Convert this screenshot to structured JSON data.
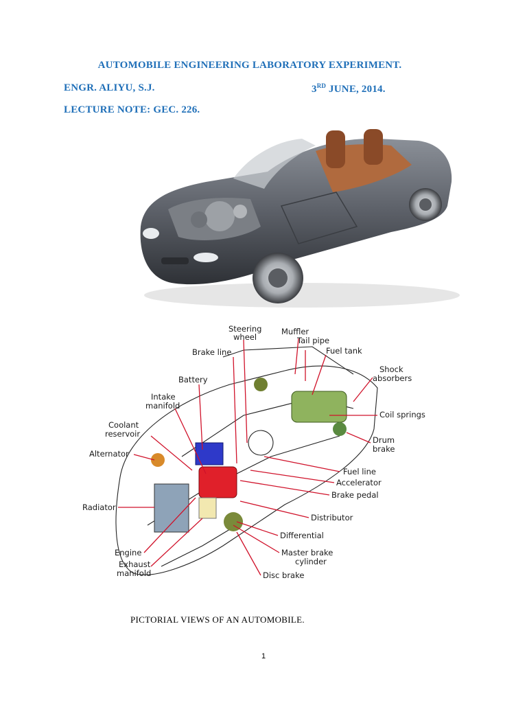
{
  "header": {
    "title": "AUTOMOBILE ENGINEERING LABORATORY EXPERIMENT.",
    "author": "ENGR. ALIYU, S.J.",
    "date_day": "3",
    "date_suffix": "RD",
    "date_rest": " JUNE, 2014.",
    "lecture": "LECTURE NOTE: GEC. 226."
  },
  "diagram": {
    "labels": {
      "steering_wheel_1": "Steering",
      "steering_wheel_2": "wheel",
      "muffler": "Muffler",
      "tail_pipe": "Tail pipe",
      "brake_line": "Brake line",
      "fuel_tank": "Fuel tank",
      "shock_1": "Shock",
      "shock_2": "absorbers",
      "battery": "Battery",
      "intake_1": "Intake",
      "intake_2": "manifold",
      "coil_springs": "Coil springs",
      "coolant_1": "Coolant",
      "coolant_2": "reservoir",
      "drum_1": "Drum",
      "drum_2": "brake",
      "alternator": "Alternator",
      "fuel_line": "Fuel line",
      "accelerator": "Accelerator",
      "brake_pedal": "Brake pedal",
      "radiator": "Radiator",
      "distributor": "Distributor",
      "differential": "Differential",
      "engine": "Engine",
      "master_1": "Master brake",
      "master_2": "cylinder",
      "exhaust_1": "Exhaust",
      "exhaust_2": "manifold",
      "disc_brake": "Disc brake"
    }
  },
  "caption": "PICTORIAL VIEWS OF AN AUTOMOBILE.",
  "page_number": "1",
  "colors": {
    "heading": "#1f6fb8",
    "leader_line": "#d0122a",
    "car_body": "#5c6068"
  }
}
